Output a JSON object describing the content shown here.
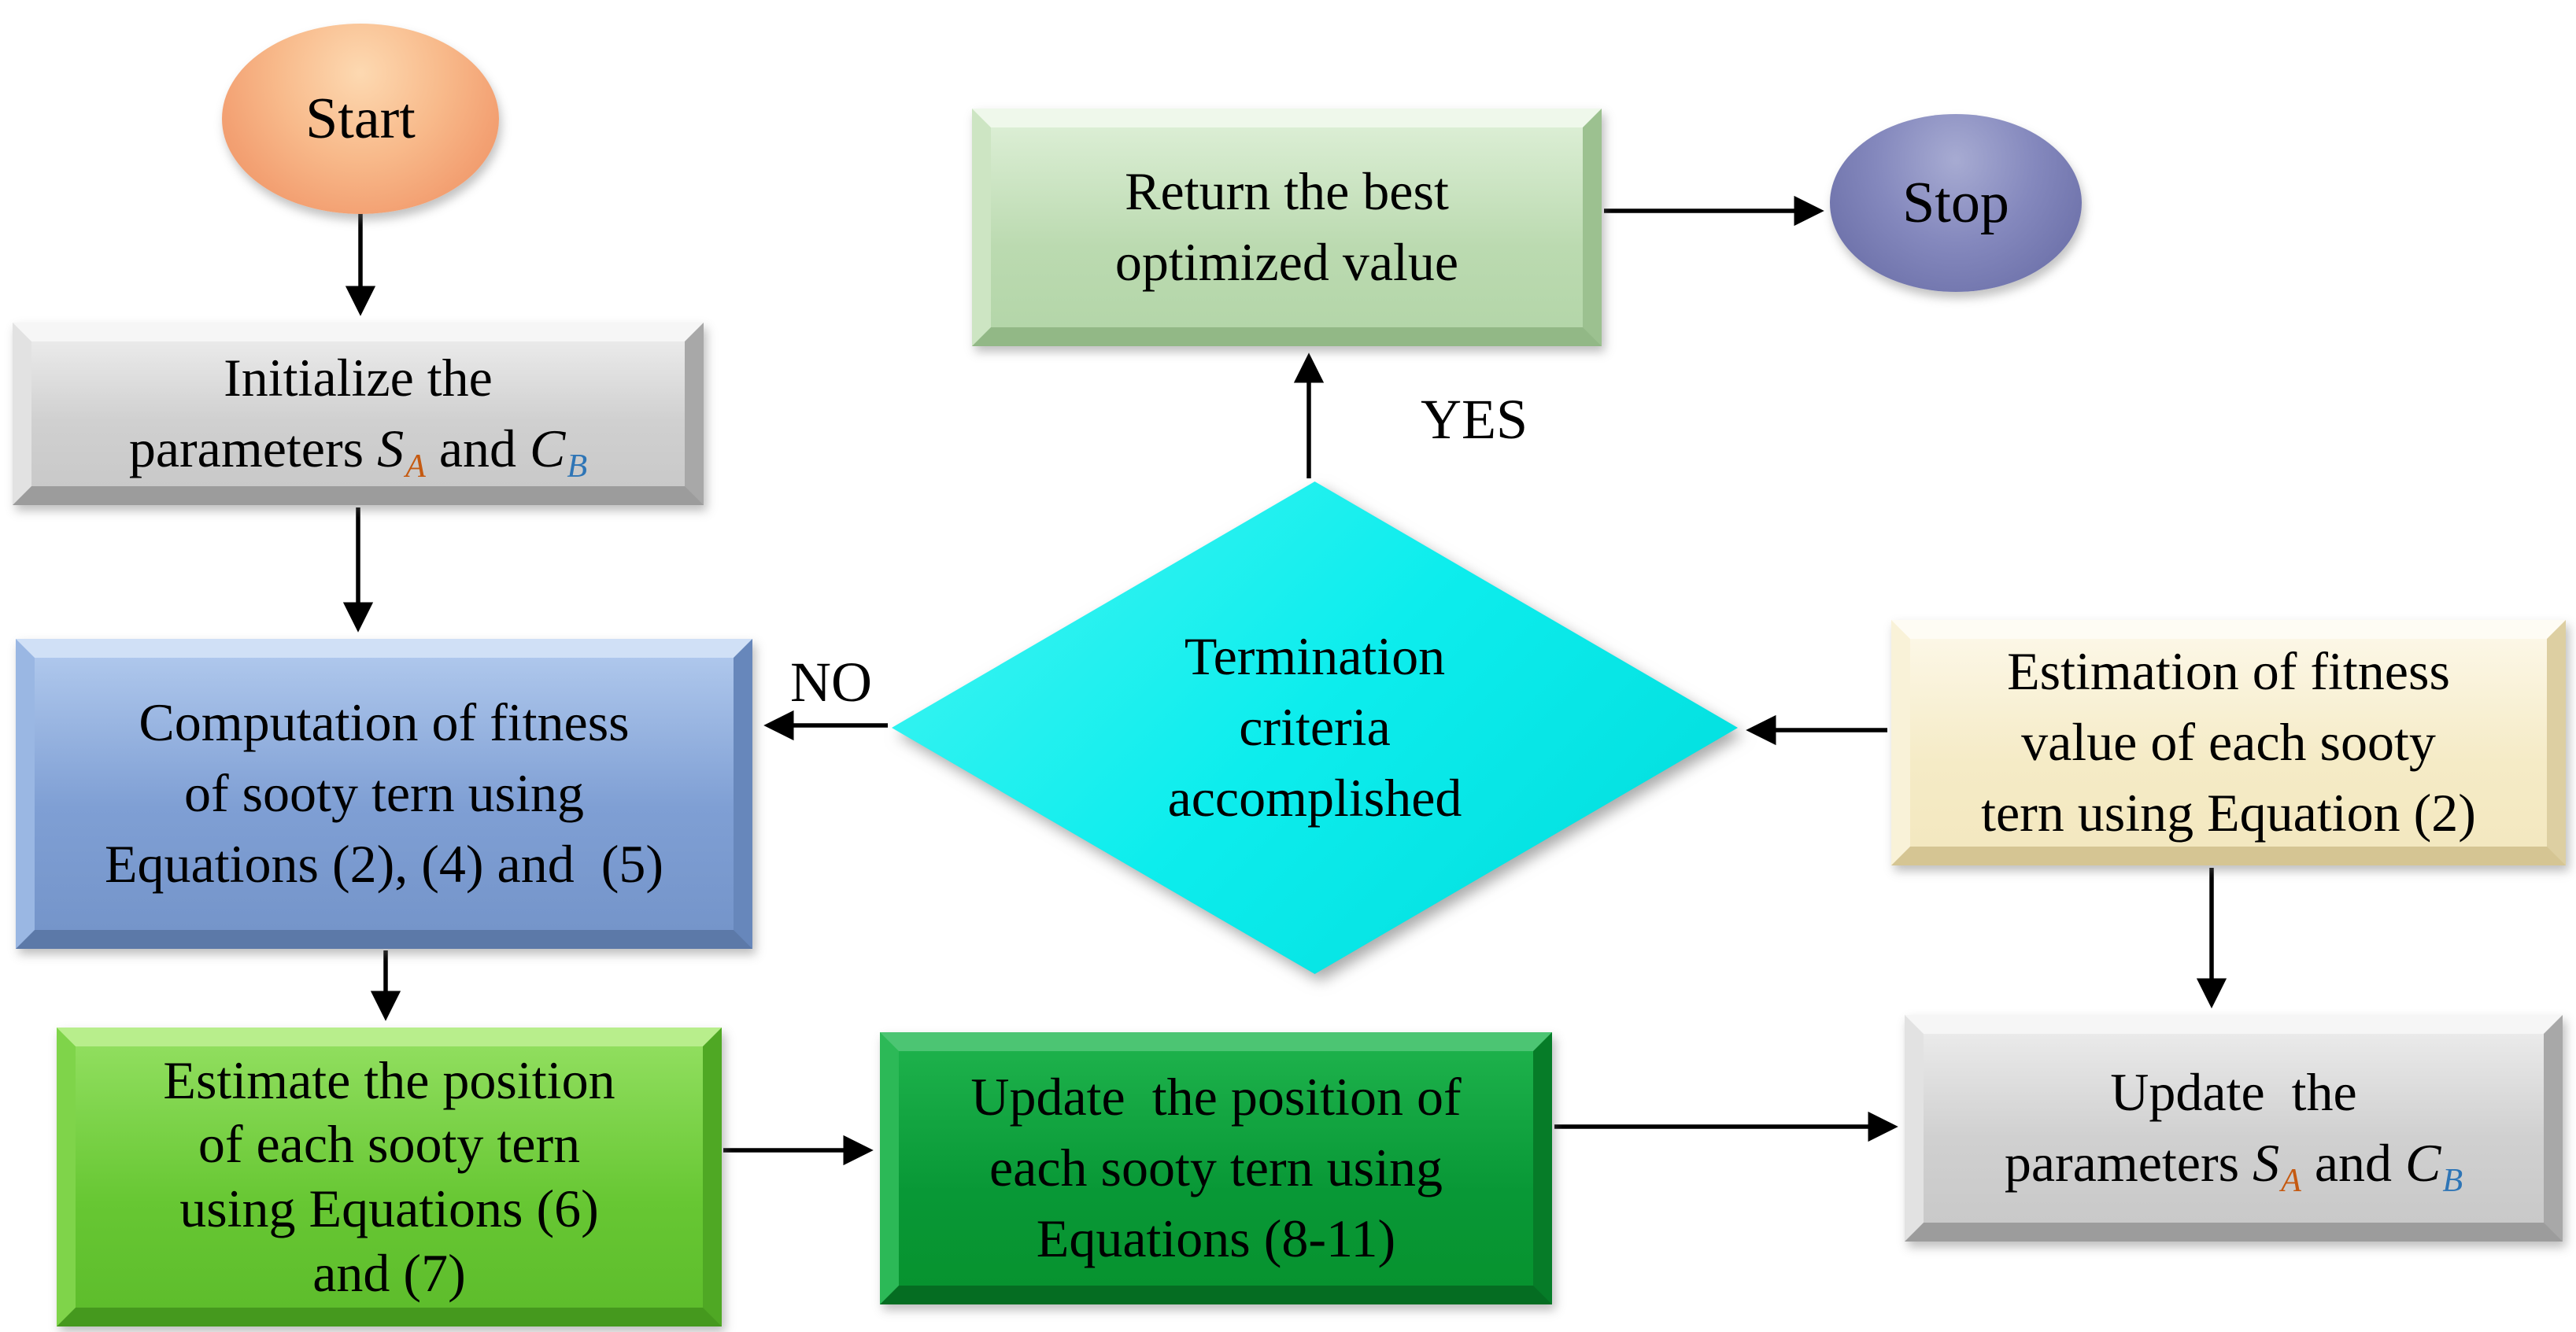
{
  "diagram": {
    "title": "Sooty tern optimization algorithm flowchart",
    "nodes": {
      "start": {
        "label": "Start",
        "shape": "ellipse",
        "fill": "#f5ab7d"
      },
      "init": {
        "shape": "process",
        "fill": "#d2d2d2",
        "lines": [
          [
            {
              "t": "Initialize the"
            }
          ],
          [
            {
              "t": "parameters "
            },
            {
              "t": "S",
              "i": 1
            },
            {
              "t": "A",
              "sub": 1,
              "c": "#c55a11"
            },
            {
              "t": " and "
            },
            {
              "t": "C",
              "i": 1
            },
            {
              "t": "B",
              "sub": 1,
              "c": "#2e75b6"
            }
          ]
        ]
      },
      "compute": {
        "shape": "process",
        "fill": "#7e9fd4",
        "lines": [
          [
            {
              "t": "Computation of fitness"
            }
          ],
          [
            {
              "t": "of sooty tern using"
            }
          ],
          [
            {
              "t": "Equations (2), (4) and  (5)"
            }
          ]
        ]
      },
      "estimate": {
        "shape": "process",
        "fill": "#6cc83c",
        "lines": [
          [
            {
              "t": "Estimate the position"
            }
          ],
          [
            {
              "t": "of each sooty tern"
            }
          ],
          [
            {
              "t": "using Equations (6)"
            }
          ],
          [
            {
              "t": "and (7)"
            }
          ]
        ]
      },
      "update_position": {
        "shape": "process",
        "fill": "#0a9c35",
        "lines": [
          [
            {
              "t": "Update  the position of"
            }
          ],
          [
            {
              "t": "each sooty tern using"
            }
          ],
          [
            {
              "t": "Equations (8-11)"
            }
          ]
        ]
      },
      "decision": {
        "shape": "diamond",
        "fill": "#0bebeb",
        "lines": [
          [
            {
              "t": "Termination"
            }
          ],
          [
            {
              "t": "criteria"
            }
          ],
          [
            {
              "t": "accomplished"
            }
          ]
        ]
      },
      "return_best": {
        "shape": "process",
        "fill": "#bedcb4",
        "lines": [
          [
            {
              "t": "Return the best"
            }
          ],
          [
            {
              "t": "optimized value"
            }
          ]
        ]
      },
      "stop": {
        "label": "Stop",
        "shape": "ellipse",
        "fill": "#7b7fb5"
      },
      "estimate_fitness": {
        "shape": "process",
        "fill": "#f6ecca",
        "lines": [
          [
            {
              "t": "Estimation of fitness"
            }
          ],
          [
            {
              "t": "value of each sooty"
            }
          ],
          [
            {
              "t": "tern using Equation (2)"
            }
          ]
        ]
      },
      "update_parameters": {
        "shape": "process",
        "fill": "#d2d2d2",
        "lines": [
          [
            {
              "t": "Update  the"
            }
          ],
          [
            {
              "t": "parameters "
            },
            {
              "t": "S",
              "i": 1
            },
            {
              "t": "A",
              "sub": 1,
              "c": "#c55a11"
            },
            {
              "t": " and "
            },
            {
              "t": "C",
              "i": 1
            },
            {
              "t": "B",
              "sub": 1,
              "c": "#2e75b6"
            }
          ]
        ]
      }
    },
    "edges": [
      {
        "from": "start",
        "to": "init"
      },
      {
        "from": "init",
        "to": "compute"
      },
      {
        "from": "compute",
        "to": "estimate"
      },
      {
        "from": "estimate",
        "to": "update_position"
      },
      {
        "from": "update_position",
        "to": "update_parameters"
      },
      {
        "from": "estimate_fitness",
        "to": "update_parameters"
      },
      {
        "from": "estimate_fitness",
        "to": "decision"
      },
      {
        "from": "decision",
        "to": "compute",
        "label": "NO"
      },
      {
        "from": "decision",
        "to": "return_best",
        "label": "YES"
      },
      {
        "from": "return_best",
        "to": "stop"
      }
    ],
    "palette": {
      "arrow": "#000000",
      "text": "#000000",
      "subscript_a": "#c55a11",
      "subscript_b": "#2e75b6",
      "background": "#ffffff"
    }
  }
}
